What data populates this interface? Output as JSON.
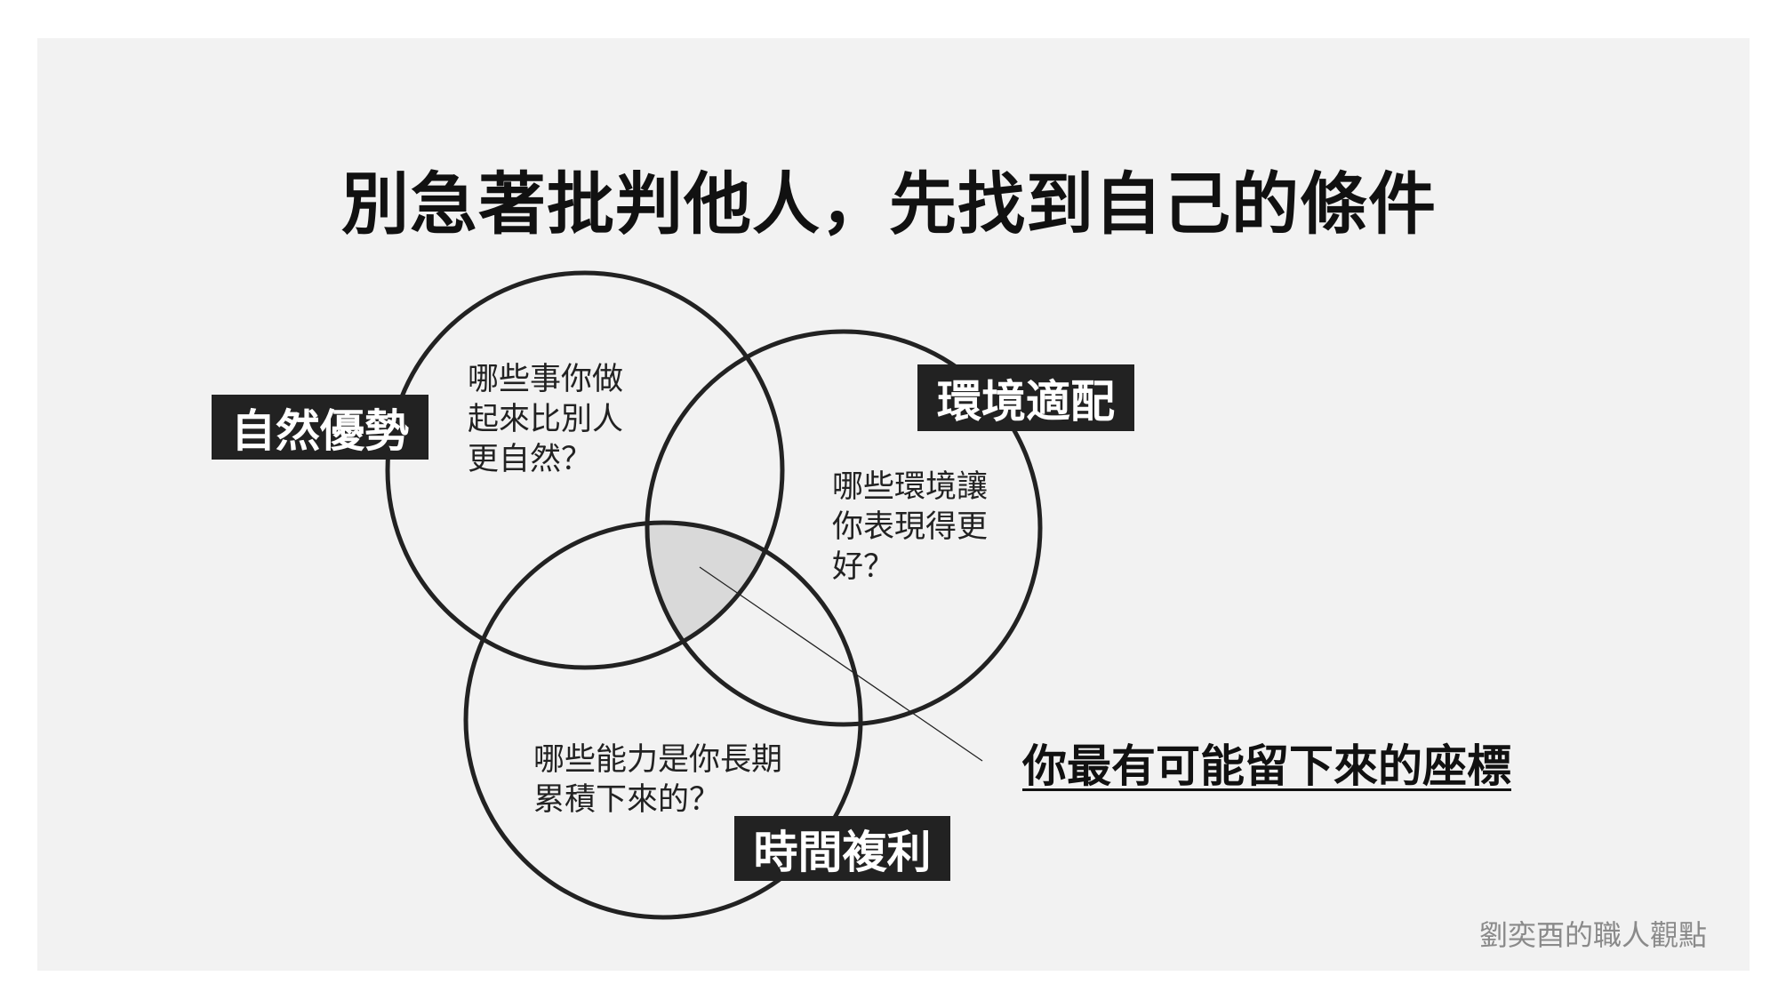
{
  "title": "別急著批判他人，先找到自己的條件",
  "circles": [
    {
      "label": "自然優勢",
      "question": "哪些事你做\n起來比別人\n更自然？"
    },
    {
      "label": "環境適配",
      "question": "哪些環境讓\n你表現得更\n好？"
    },
    {
      "label": "時間複利",
      "question": "哪些能力是你長期\n累積下來的？"
    }
  ],
  "callout": "你最有可能留下來的座標",
  "watermark": "劉奕酉的職人觀點",
  "colors": {
    "panel": "#f2f2f2",
    "stroke": "#222222",
    "overlap": "#d9d9d9",
    "tag_bg": "#222222"
  }
}
